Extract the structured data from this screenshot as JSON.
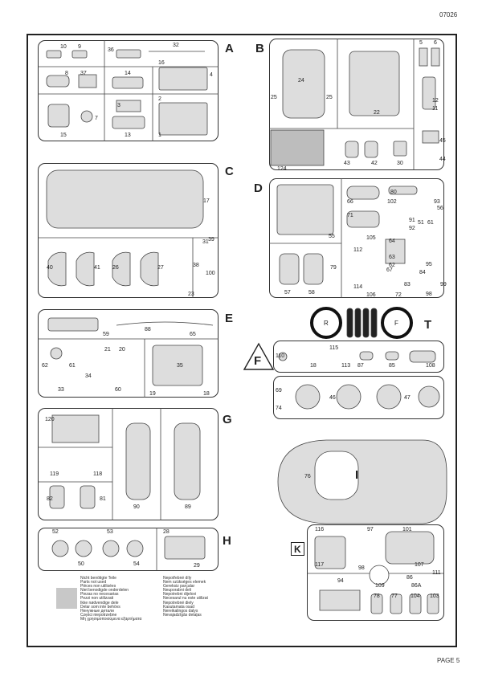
{
  "header": {
    "code": "07026"
  },
  "footer": {
    "page": "PAGE 5"
  },
  "sections": [
    {
      "letter": "A",
      "parts": [
        "10",
        "9",
        "32",
        "36",
        "8",
        "37",
        "14",
        "16",
        "4",
        "3",
        "7",
        "2",
        "15",
        "13",
        "1"
      ]
    },
    {
      "letter": "B",
      "parts": [
        "5",
        "6",
        "24",
        "25",
        "25",
        "22",
        "12",
        "11",
        "45",
        "43",
        "42",
        "30",
        "44",
        "124"
      ]
    },
    {
      "letter": "C",
      "parts": [
        "17",
        "31",
        "39",
        "38",
        "100",
        "40",
        "41",
        "26",
        "27",
        "23"
      ]
    },
    {
      "letter": "D",
      "parts": [
        "66",
        "80",
        "102",
        "93",
        "56",
        "71",
        "91",
        "92",
        "51",
        "61",
        "55",
        "105",
        "112",
        "64",
        "63",
        "62",
        "79",
        "67",
        "95",
        "84",
        "99",
        "83",
        "57",
        "58",
        "114",
        "106",
        "72",
        "98"
      ]
    },
    {
      "letter": "E",
      "parts": [
        "59",
        "88",
        "65",
        "62",
        "61",
        "21",
        "20",
        "35",
        "33",
        "34",
        "60",
        "19",
        "18"
      ]
    },
    {
      "letter": "T",
      "tires": [
        "R",
        "F"
      ]
    },
    {
      "letter": "F",
      "parts": [
        "110",
        "115",
        "18",
        "113",
        "87",
        "85",
        "108",
        "69",
        "74",
        "46",
        "46",
        "47",
        "47"
      ]
    },
    {
      "letter": "G",
      "parts": [
        "120",
        "119",
        "118",
        "82",
        "81",
        "90",
        "89"
      ]
    },
    {
      "letter": "H",
      "parts": [
        "52",
        "53",
        "50",
        "54",
        "28",
        "29"
      ]
    },
    {
      "letter": "I",
      "parts": [
        "76"
      ]
    },
    {
      "letter": "K",
      "parts": [
        "116",
        "97",
        "101",
        "117",
        "107",
        "111",
        "94",
        "98",
        "109",
        "86",
        "86A",
        "78",
        "77",
        "104",
        "103"
      ]
    }
  ],
  "legend_lines": [
    "Nicht benötigte Teile",
    "Parts not used",
    "Pièces non utilisées",
    "Niet benodigde onderdelen",
    "Piezas no necesarias",
    "Pezzi non utilizzati",
    "Ikke nødvendige dele",
    "Delar som inte behövs",
    "Ненужные детали",
    "Części niepotrzebne",
    "Μη χρησιμοποιούμενα εξαρτήματα",
    "Nepotřebné díly",
    "Nem szükséges elemek",
    "Gereksiz parçalar",
    "Neuporabni deli",
    "Nepotrebni dijelovi",
    "Necesarul nu este utilizat",
    "Nepotrebné diely",
    "Kasutamata osad",
    "Nereikalingos dalys",
    "Nevajadzīgās detaļas"
  ]
}
